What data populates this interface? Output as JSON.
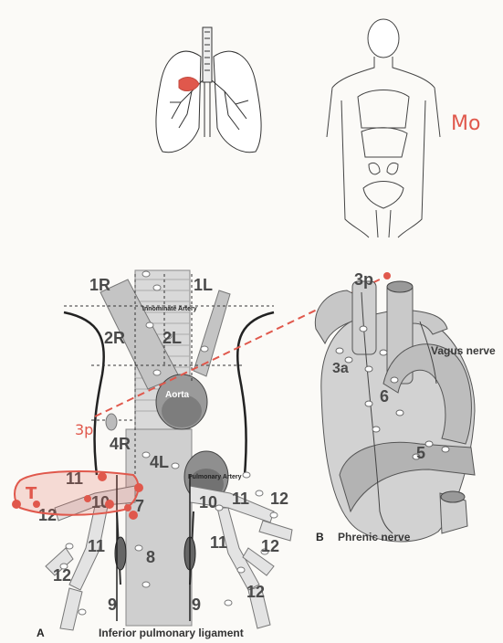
{
  "top_annotation": {
    "text": "Mo",
    "color": "#e0584c"
  },
  "panel_a": {
    "letter": "A",
    "caption": "Inferior pulmonary ligament",
    "innominate_artery": "Innominate Artery",
    "aorta": "Aorta",
    "pulmonary_artery": "Pulmonary Artery",
    "stations": {
      "s1R": "1R",
      "s1L": "1L",
      "s2R": "2R",
      "s2L": "2L",
      "s4R": "4R",
      "s4L": "4L",
      "s7": "7",
      "s8": "8",
      "s9r": "9",
      "s9l": "9",
      "s10r": "10",
      "s10l": "10",
      "s11r_upper": "11",
      "s11r_lower": "11",
      "s11l_upper": "11",
      "s11l_lower": "11",
      "s12r_upper": "12",
      "s12r_lower": "12",
      "s12l_upper": "12",
      "s12l_mid": "12",
      "s12l_lower": "12"
    },
    "annotations": {
      "tumor": "T",
      "node_3p": "3p"
    }
  },
  "panel_b": {
    "letter": "B",
    "station_3p": "3p",
    "station_3a": "3a",
    "station_6": "6",
    "station_5": "5",
    "vagus_nerve": "Vagus nerve",
    "phrenic_nerve": "Phrenic nerve"
  },
  "colors": {
    "annotation_red": "#e0584c",
    "label_gray": "#4a4a4a",
    "organ_gray": "#b9b9b9"
  }
}
